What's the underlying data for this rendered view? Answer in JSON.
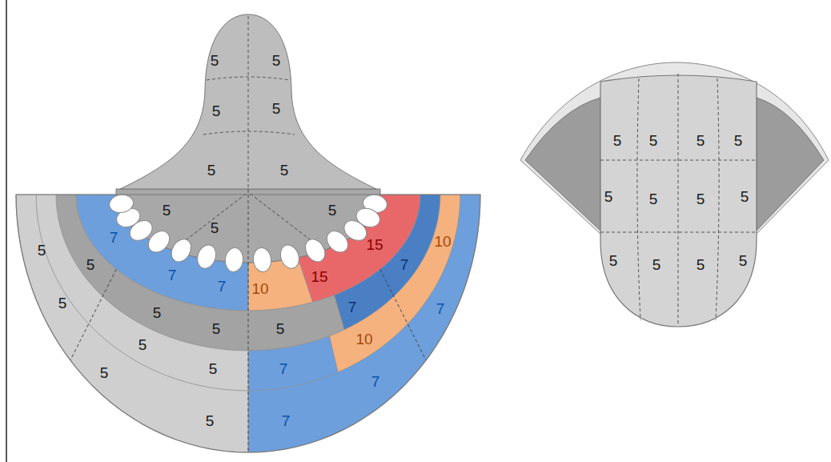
{
  "diagram": {
    "labels": [
      "5",
      "5",
      "5",
      "5",
      "5",
      "5",
      "5",
      "5",
      "7",
      "5",
      "15",
      "10",
      "5",
      "5",
      "7",
      "15",
      "7",
      "7",
      "10",
      "5",
      "5",
      "7",
      "5",
      "5",
      "7",
      "10",
      "5",
      "5",
      "5",
      "7",
      "7",
      "5",
      "7",
      "5",
      "5",
      "5",
      "5",
      "5",
      "5",
      "5",
      "5",
      "5",
      "5",
      "5",
      "5"
    ]
  }
}
